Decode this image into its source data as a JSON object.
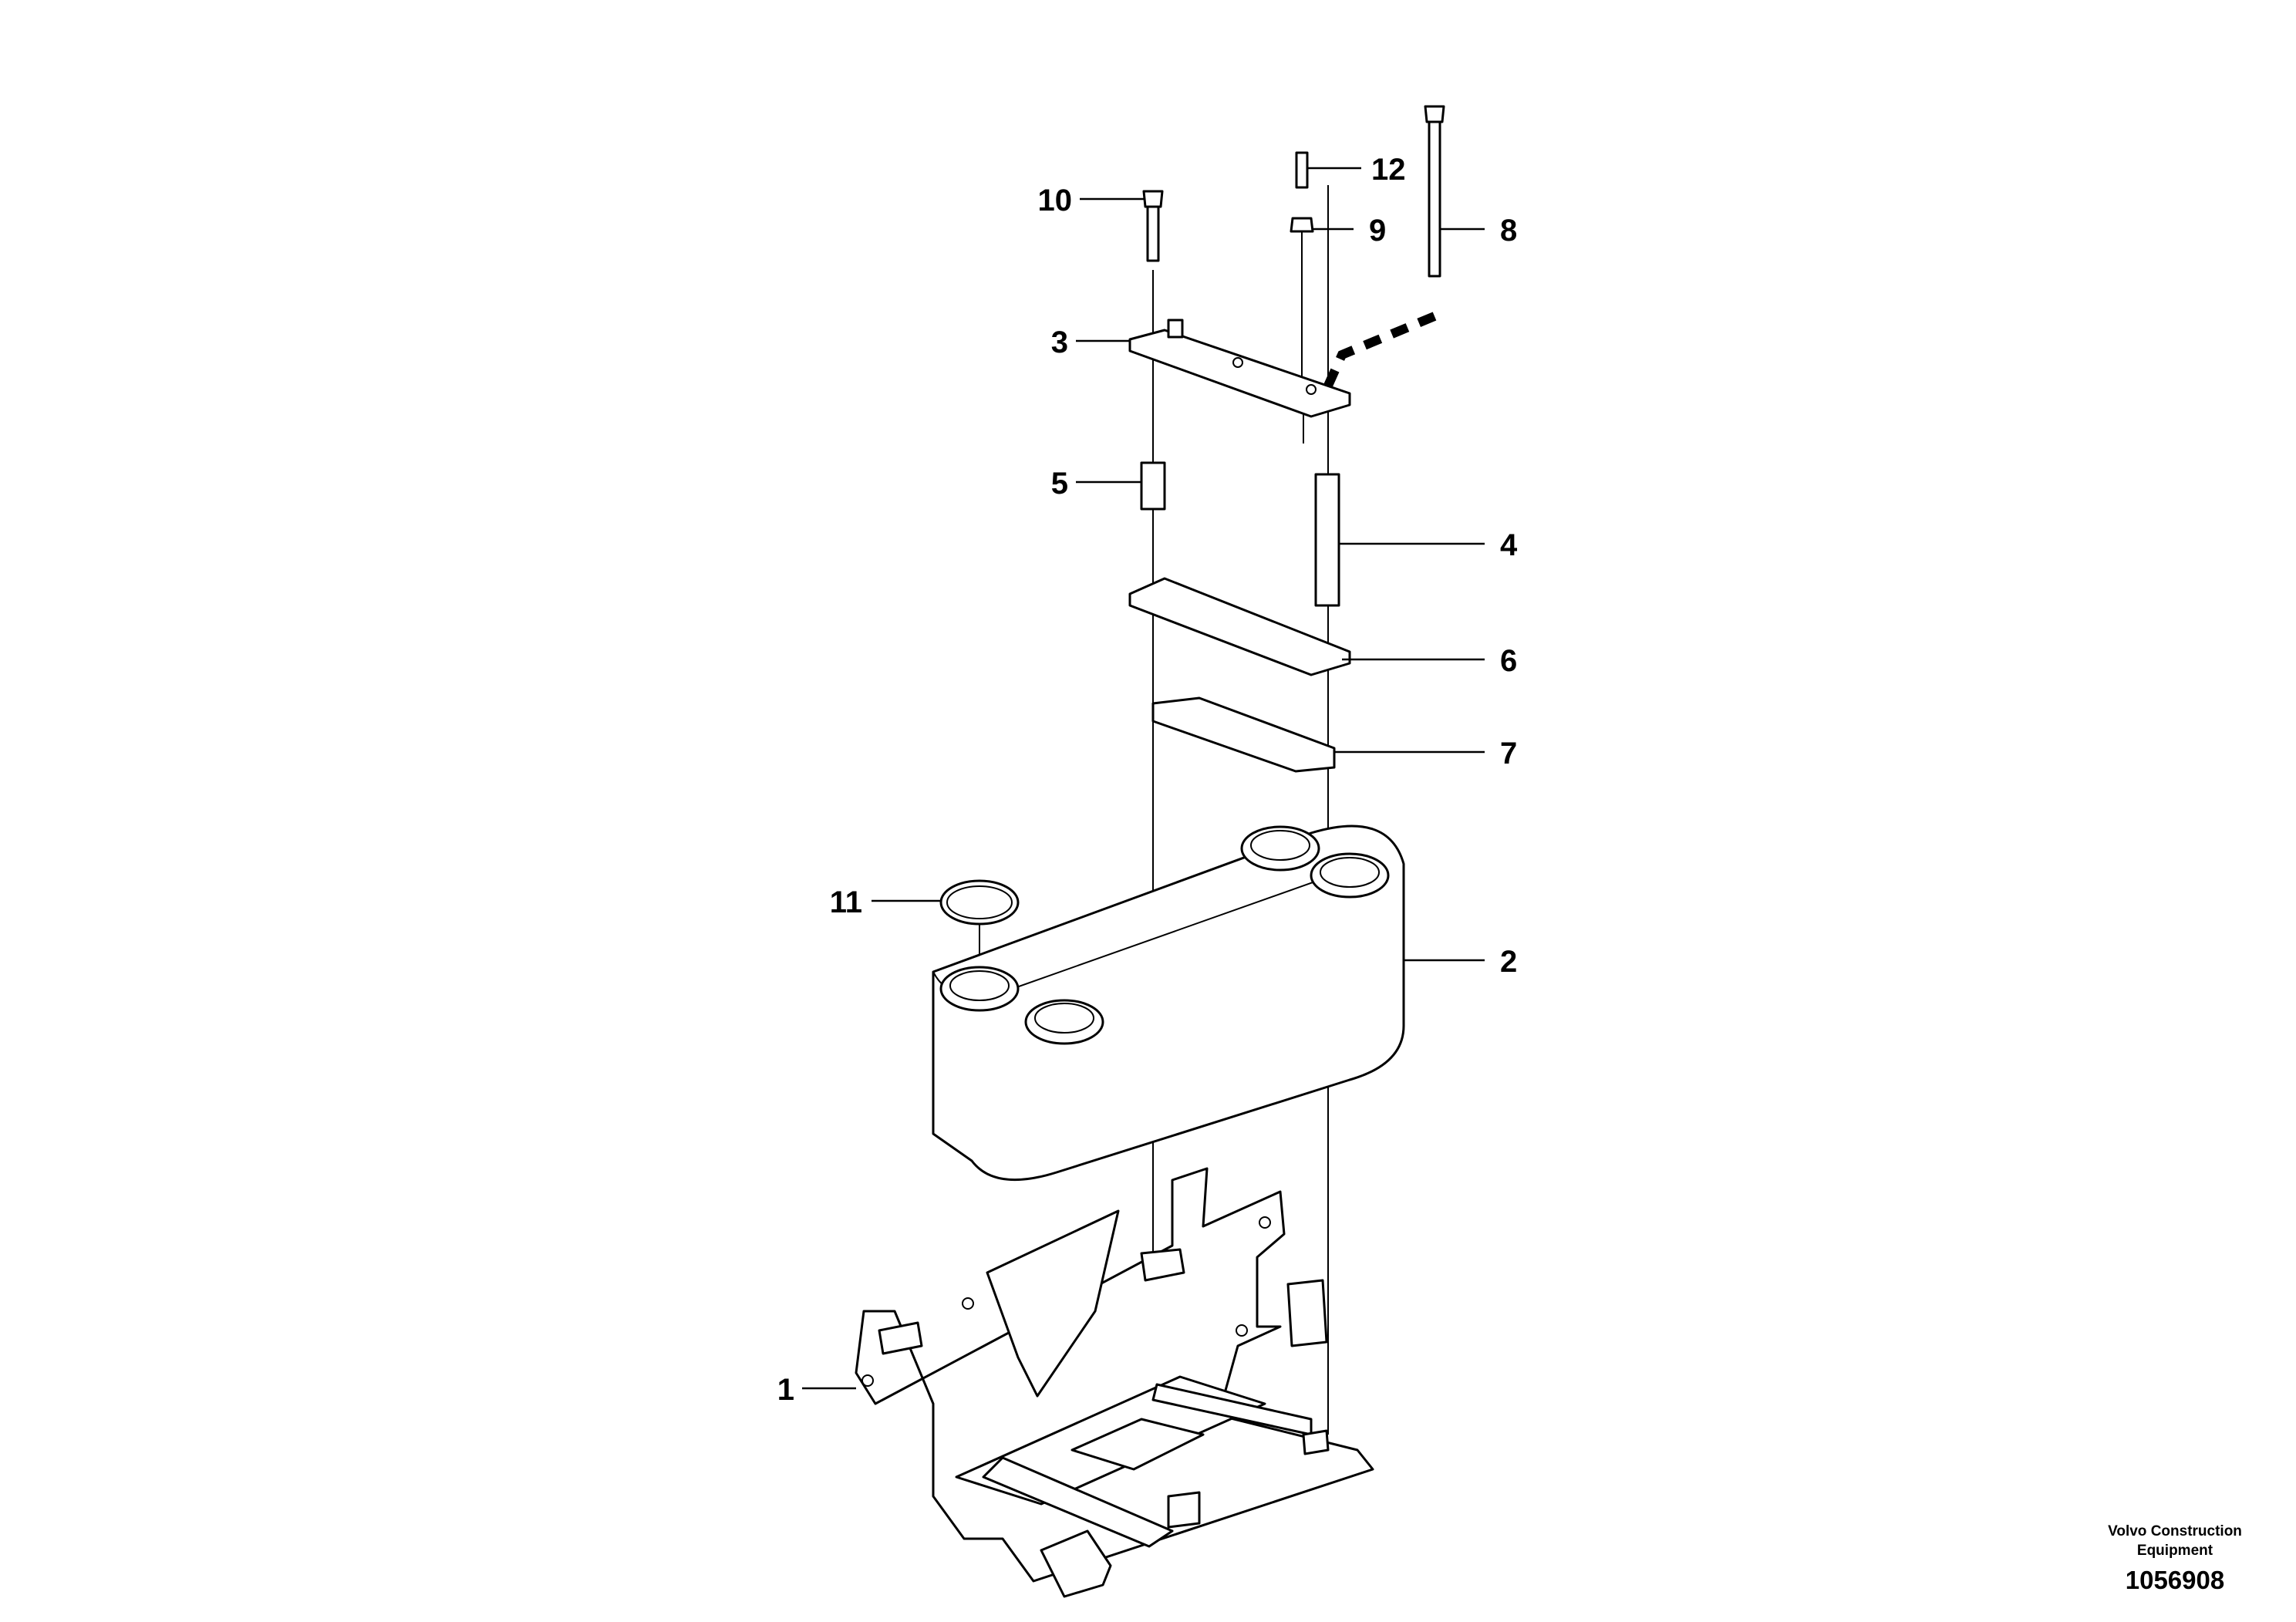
{
  "diagram": {
    "callouts": [
      {
        "id": "1",
        "label": "1"
      },
      {
        "id": "2",
        "label": "2"
      },
      {
        "id": "3",
        "label": "3"
      },
      {
        "id": "4",
        "label": "4"
      },
      {
        "id": "5",
        "label": "5"
      },
      {
        "id": "6",
        "label": "6"
      },
      {
        "id": "7",
        "label": "7"
      },
      {
        "id": "8",
        "label": "8"
      },
      {
        "id": "9",
        "label": "9"
      },
      {
        "id": "10",
        "label": "10"
      },
      {
        "id": "11",
        "label": "11"
      },
      {
        "id": "12",
        "label": "12"
      }
    ]
  },
  "credit": {
    "line1": "Volvo Construction",
    "line2": "Equipment",
    "number": "1056908"
  }
}
